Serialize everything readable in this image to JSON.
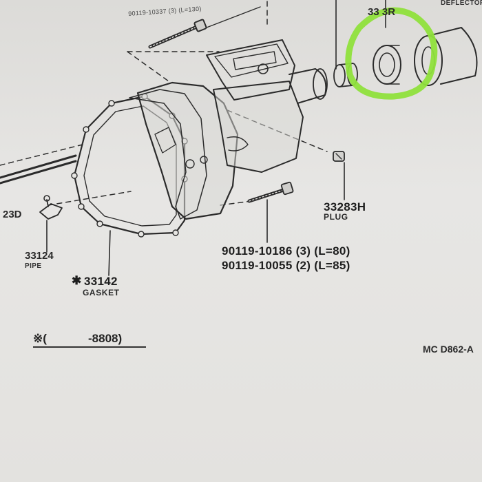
{
  "parts": {
    "bolt_top": {
      "number": "90119-10337 (3) (L=130)"
    },
    "plug": {
      "number": "33283H",
      "name": "PLUG"
    },
    "bolts": {
      "line1": "90119-10186 (3) (L=80)",
      "line2": "90119-10055 (2) (L=85)"
    },
    "pipe": {
      "number": "33124",
      "name": "PIPE"
    },
    "gasket": {
      "mark": "✱",
      "number": "33142",
      "name": "GASKET"
    },
    "left_partial": {
      "number": "23D"
    },
    "seal_partial": {
      "number": "33  3R"
    },
    "deflector_partial": {
      "name": "DEFLECTOR"
    }
  },
  "footnote": {
    "mark": "※(",
    "range": "-8808)"
  },
  "diagram_ref": "MC D862-A",
  "colors": {
    "highlight": "#8fe03c",
    "ink": "#2b2b2b"
  }
}
